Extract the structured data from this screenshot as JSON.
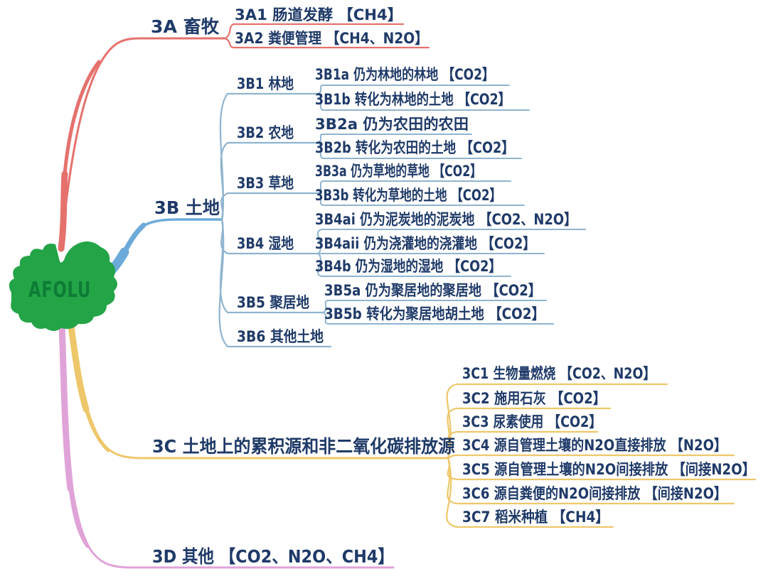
{
  "root": {
    "label": "AFOLU"
  },
  "colors": {
    "red": "#e5716d",
    "blue": "#6cabd9",
    "blue_light": "#8fb4cf",
    "yellow": "#edc76a",
    "pink": "#dfa3d8",
    "text": "#1f3a68",
    "node_green": "#23a447",
    "node_text": "#0e7c35",
    "background": "#ffffff"
  },
  "branches": [
    {
      "id": "3A",
      "label": "3A 畜牧",
      "children": [
        {
          "id": "3A1",
          "label": "3A1 肠道发酵 【CH4】"
        },
        {
          "id": "3A2",
          "label": "3A2 粪便管理 【CH4、N2O】"
        }
      ]
    },
    {
      "id": "3B",
      "label": "3B 土地",
      "children": [
        {
          "id": "3B1",
          "label": "3B1 林地",
          "children": [
            {
              "id": "3B1a",
              "label": "3B1a 仍为林地的林地 【CO2】"
            },
            {
              "id": "3B1b",
              "label": "3B1b 转化为林地的土地 【CO2】"
            }
          ]
        },
        {
          "id": "3B2",
          "label": "3B2 农地",
          "children": [
            {
              "id": "3B2a",
              "label": "3B2a 仍为农田的农田"
            },
            {
              "id": "3B2b",
              "label": "3B2b 转化为农田的土地 【CO2】"
            }
          ]
        },
        {
          "id": "3B3",
          "label": "3B3 草地",
          "children": [
            {
              "id": "3B3a",
              "label": "3B3a 仍为草地的草地 【CO2】"
            },
            {
              "id": "3B3b",
              "label": "3B3b 转化为草地的土地 【CO2】"
            }
          ]
        },
        {
          "id": "3B4",
          "label": "3B4 湿地",
          "children": [
            {
              "id": "3B4ai",
              "label": "3B4ai 仍为泥炭地的泥炭地 【CO2、N2O】"
            },
            {
              "id": "3B4aii",
              "label": "3B4aii 仍为浇灌地的浇灌地 【CO2】"
            },
            {
              "id": "3B4b",
              "label": "3B4b 仍为湿地的湿地 【CO2】"
            }
          ]
        },
        {
          "id": "3B5",
          "label": "3B5 聚居地",
          "children": [
            {
              "id": "3B5a",
              "label": "3B5a 仍为聚居地的聚居地 【CO2】"
            },
            {
              "id": "3B5b",
              "label": "3B5b 转化为聚居地胡土地 【CO2】"
            }
          ]
        },
        {
          "id": "3B6",
          "label": "3B6 其他土地"
        }
      ]
    },
    {
      "id": "3C",
      "label": "3C 土地上的累积源和非二氧化碳排放源",
      "children": [
        {
          "id": "3C1",
          "label": "3C1 生物量燃烧 【CO2、N2O】"
        },
        {
          "id": "3C2",
          "label": "3C2 施用石灰 【CO2】"
        },
        {
          "id": "3C3",
          "label": "3C3 尿素使用 【CO2】"
        },
        {
          "id": "3C4",
          "label": "3C4 源自管理土壤的N2O直接排放 【N2O】"
        },
        {
          "id": "3C5",
          "label": "3C5 源自管理土壤的N2O间接排放 【间接N2O】"
        },
        {
          "id": "3C6",
          "label": "3C6 源自粪便的N2O间接排放 【间接N2O】"
        },
        {
          "id": "3C7",
          "label": "3C7 稻米种植 【CH4】"
        }
      ]
    },
    {
      "id": "3D",
      "label": "3D 其他 【CO2、N2O、CH4】"
    }
  ]
}
